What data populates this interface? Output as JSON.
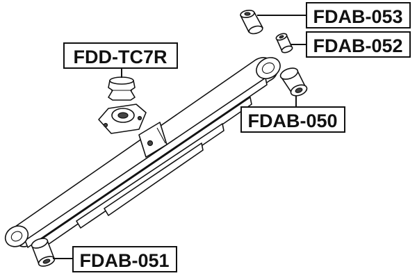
{
  "labels": {
    "fdab053": "FDAB-053",
    "fdab052": "FDAB-052",
    "fddtc7r": "FDD-TC7R",
    "fdab050": "FDAB-050",
    "fdab051": "FDAB-051"
  }
}
